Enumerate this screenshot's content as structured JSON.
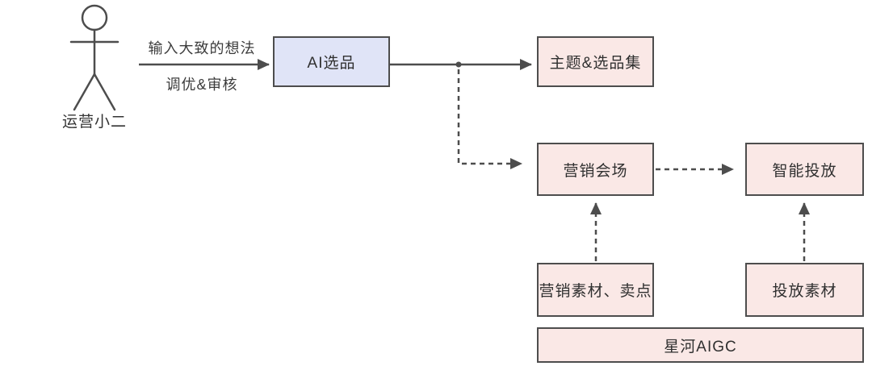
{
  "diagram": {
    "actor": {
      "label": "运营小二"
    },
    "input_arrow": {
      "label_top": "输入大致的想法",
      "label_bottom": "调优&审核"
    },
    "nodes": {
      "ai_selection": {
        "label": "AI选品"
      },
      "theme_collection": {
        "label": "主题&选品集"
      },
      "marketing_venue": {
        "label": "营销会场"
      },
      "smart_delivery": {
        "label": "智能投放"
      },
      "marketing_materials": {
        "label": "营销素材、卖点"
      },
      "delivery_materials": {
        "label": "投放素材"
      },
      "galaxy_aigc": {
        "label": "星河AIGC"
      }
    },
    "colors": {
      "node_pink": "#fae8e6",
      "node_blue": "#e0e4f7",
      "stroke": "#4d4d4d"
    }
  }
}
